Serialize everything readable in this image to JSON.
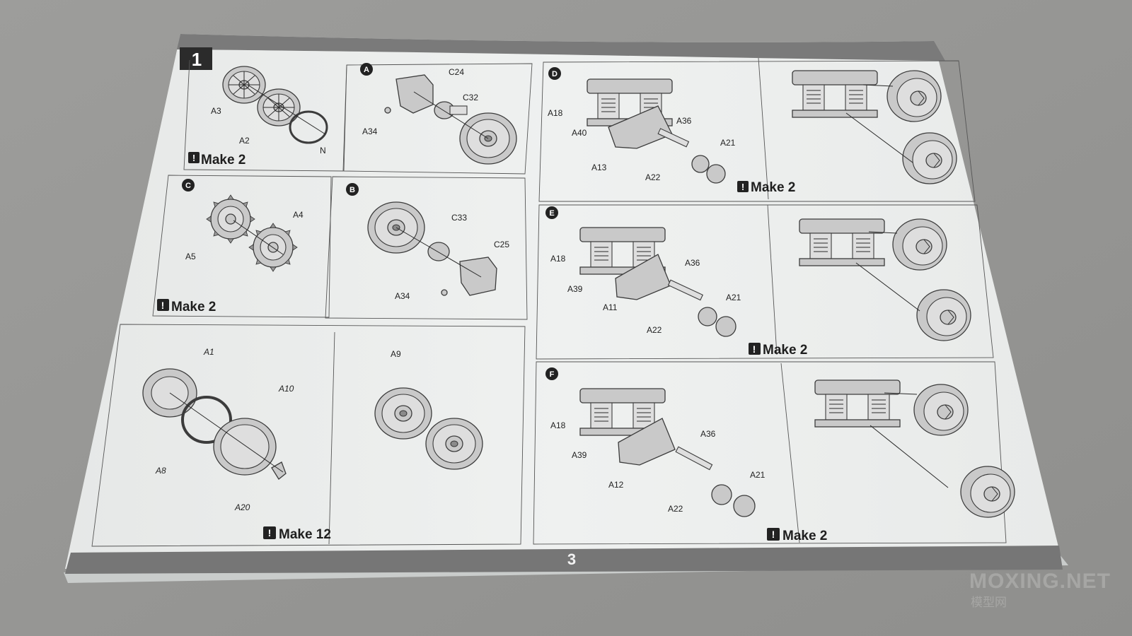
{
  "page": {
    "step_number": "1",
    "page_number": "3",
    "watermark": {
      "main": "MOXING.NET",
      "sub": "模型网"
    }
  },
  "panels": {
    "step1": {
      "labels": [
        "A3",
        "A2",
        "N"
      ],
      "make": "Make 2"
    },
    "A": {
      "badge": "A",
      "labels": [
        "C24",
        "C32",
        "A34"
      ]
    },
    "C": {
      "badge": "C",
      "labels": [
        "A4",
        "A5"
      ],
      "make": "Make 2"
    },
    "B": {
      "badge": "B",
      "labels": [
        "C33",
        "C25",
        "A34"
      ]
    },
    "wheel": {
      "labels": [
        "A1",
        "A10",
        "A8",
        "A20",
        "A9"
      ],
      "make": "Make 12"
    },
    "D": {
      "badge": "D",
      "labels": [
        "A18",
        "A40",
        "A13",
        "A36",
        "A21",
        "A22"
      ],
      "make": "Make 2"
    },
    "E": {
      "badge": "E",
      "labels": [
        "A18",
        "A39",
        "A11",
        "A36",
        "A21",
        "A22"
      ],
      "make": "Make 2"
    },
    "F": {
      "badge": "F",
      "labels": [
        "A18",
        "A39",
        "A12",
        "A36",
        "A21",
        "A22"
      ],
      "make": "Make 2"
    }
  },
  "colors": {
    "background": "#9a9a98",
    "page": "#eceeed",
    "band": "#777777",
    "ink": "#1e1e1e"
  }
}
